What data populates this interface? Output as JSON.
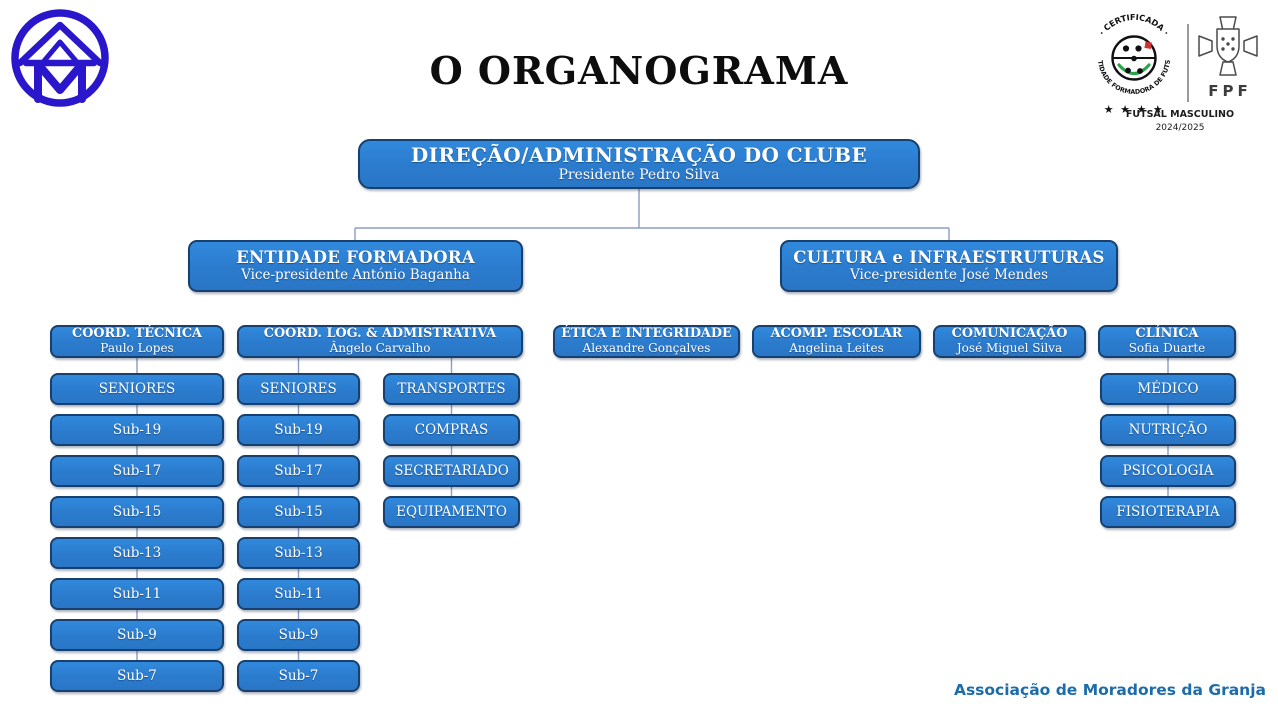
{
  "title": "O ORGANOGRAMA",
  "footer": "Associação de Moradores da Granja",
  "badges": {
    "cert_ring_top": "· CERTIFICADA ·",
    "cert_ring_bottom": "ENTIDADE FORMADORA DE FUTSAL",
    "cert_stars": "★ ★ ★ ★",
    "fpf_label": "FPF",
    "season_title": "FUTSAL MASCULINO",
    "season_years": "2024/2025"
  },
  "colors": {
    "box_fill": "#2e81d2",
    "box_border": "#17406e",
    "connector": "#8b9dc0",
    "footer_text": "#1c6cab",
    "club_logo_blue": "#2a17cb",
    "cert_green": "#27a348",
    "cert_red": "#cc3333"
  },
  "chart": {
    "type": "org-chart",
    "root": {
      "title": "DIREÇÃO/ADMINISTRAÇÃO DO CLUBE",
      "subtitle": "Presidente Pedro Silva"
    },
    "level2": [
      {
        "title": "ENTIDADE FORMADORA",
        "subtitle": "Vice-presidente António Baganha"
      },
      {
        "title": "CULTURA e INFRAESTRUTURAS",
        "subtitle": "Vice-presidente José Mendes"
      }
    ],
    "level3": [
      {
        "title": "COORD. TÉCNICA",
        "subtitle": "Paulo Lopes"
      },
      {
        "title": "COORD. LOG. & ADMISTRATIVA",
        "subtitle": "Ângelo Carvalho"
      },
      {
        "title": "ÉTICA E INTEGRIDADE",
        "subtitle": "Alexandre Gonçalves"
      },
      {
        "title": "ACOMP. ESCOLAR",
        "subtitle": "Angelina Leites"
      },
      {
        "title": "COMUNICAÇÃO",
        "subtitle": "José Miguel Silva"
      },
      {
        "title": "CLÍNICA",
        "subtitle": "Sofia Duarte"
      }
    ],
    "columns": [
      {
        "items": [
          "SENIORES",
          "Sub-19",
          "Sub-17",
          "Sub-15",
          "Sub-13",
          "Sub-11",
          "Sub-9",
          "Sub-7"
        ]
      },
      {
        "items": [
          "SENIORES",
          "Sub-19",
          "Sub-17",
          "Sub-15",
          "Sub-13",
          "Sub-11",
          "Sub-9",
          "Sub-7"
        ]
      },
      {
        "items": [
          "TRANSPORTES",
          "COMPRAS",
          "SECRETARIADO",
          "EQUIPAMENTO"
        ]
      },
      {
        "items": [
          "MÉDICO",
          "NUTRIÇÃO",
          "PSICOLOGIA",
          "FISIOTERAPIA"
        ]
      }
    ]
  }
}
